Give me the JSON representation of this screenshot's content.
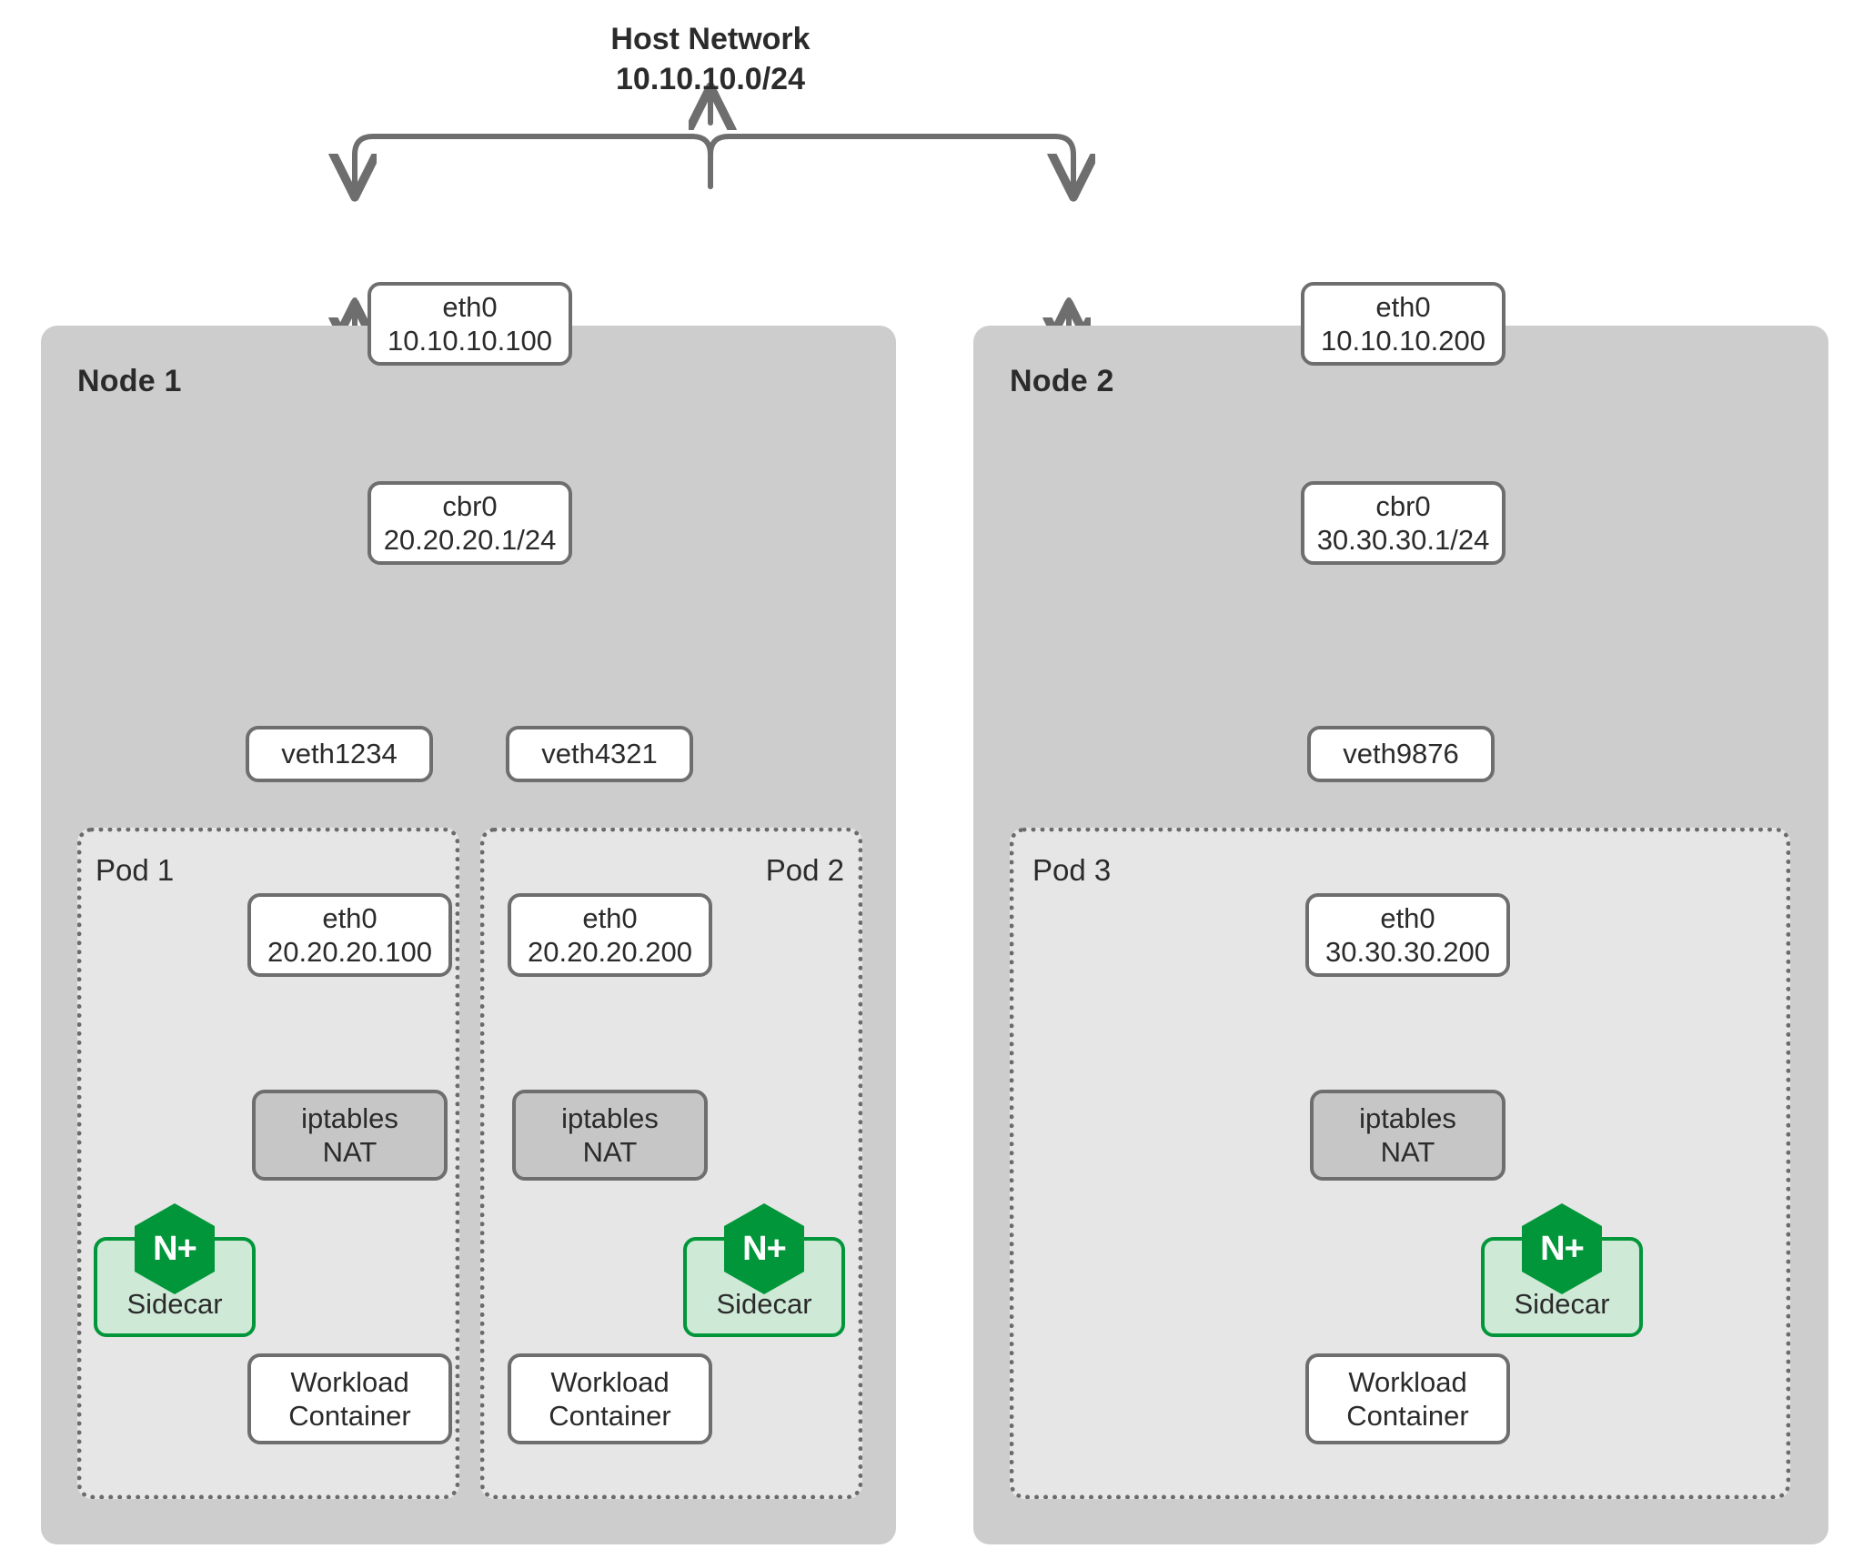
{
  "diagram": {
    "title_line1": "Host Network",
    "title_line2": "10.10.10.0/24",
    "accent_green": "#009639",
    "sidecar_fill": "#cfe9d7",
    "node_fill": "#cdcdcd",
    "pod_fill": "#e6e6e6",
    "box_stroke": "#6e6e6e"
  },
  "nodes": [
    {
      "label": "Node 1",
      "eth0": {
        "name": "eth0",
        "ip": "10.10.10.100"
      },
      "bridge": {
        "name": "cbr0",
        "ip": "20.20.20.1/24"
      },
      "veths": [
        "veth1234",
        "veth4321"
      ],
      "pods": [
        {
          "label": "Pod 1",
          "eth0": {
            "name": "eth0",
            "ip": "20.20.20.100"
          },
          "iptables": {
            "line1": "iptables",
            "line2": "NAT"
          },
          "sidecar": {
            "label": "Sidecar",
            "badge": "N+"
          },
          "workload": {
            "line1": "Workload",
            "line2": "Container"
          }
        },
        {
          "label": "Pod 2",
          "eth0": {
            "name": "eth0",
            "ip": "20.20.20.200"
          },
          "iptables": {
            "line1": "iptables",
            "line2": "NAT"
          },
          "sidecar": {
            "label": "Sidecar",
            "badge": "N+"
          },
          "workload": {
            "line1": "Workload",
            "line2": "Container"
          }
        }
      ]
    },
    {
      "label": "Node 2",
      "eth0": {
        "name": "eth0",
        "ip": "10.10.10.200"
      },
      "bridge": {
        "name": "cbr0",
        "ip": "30.30.30.1/24"
      },
      "veths": [
        "veth9876"
      ],
      "pods": [
        {
          "label": "Pod 3",
          "eth0": {
            "name": "eth0",
            "ip": "30.30.30.200"
          },
          "iptables": {
            "line1": "iptables",
            "line2": "NAT"
          },
          "sidecar": {
            "label": "Sidecar",
            "badge": "N+"
          },
          "workload": {
            "line1": "Workload",
            "line2": "Container"
          }
        }
      ]
    }
  ]
}
